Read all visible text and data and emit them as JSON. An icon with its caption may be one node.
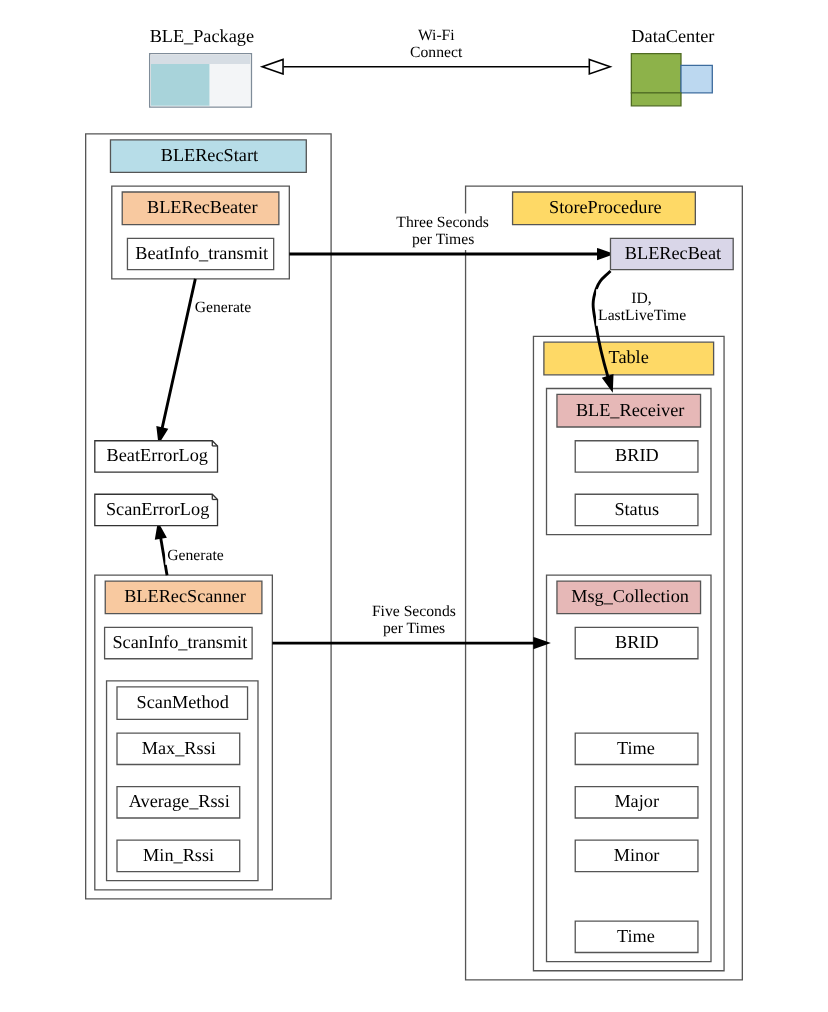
{
  "diagram": {
    "nodes": [
      {
        "text": [
          "BLE_Package"
        ]
      },
      {
        "text": [
          "DataCenter"
        ]
      },
      {
        "text": [
          "BLERecStart"
        ]
      },
      {
        "text": [
          "BLERecBeater"
        ],
        "in": 2
      },
      {
        "text": [
          "BeatInfo_transmit"
        ],
        "in": 3
      },
      {
        "text": [
          "BeatErrorLog"
        ],
        "in": 2
      },
      {
        "text": [
          "ScanErrorLog"
        ],
        "in": 2
      },
      {
        "text": [
          "BLERecScanner"
        ],
        "in": 2
      },
      {
        "text": [
          "ScanInfo_transmit"
        ],
        "in": 7
      },
      {
        "text": [
          "ScanMethod"
        ],
        "in": 7
      },
      {
        "text": [
          "Max_Rssi"
        ],
        "in": 9
      },
      {
        "text": [
          "Average_Rssi"
        ],
        "in": 9
      },
      {
        "text": [
          "Min_Rssi"
        ],
        "in": 9
      },
      {
        "text": [
          "StoreProcedure"
        ]
      },
      {
        "text": [
          "BLERecBeat"
        ],
        "in": 13
      },
      {
        "text": [
          "Table"
        ],
        "in": 13
      },
      {
        "text": [
          "BLE_Receiver"
        ],
        "in": 15
      },
      {
        "text": [
          "BRID"
        ],
        "in": 16
      },
      {
        "text": [
          "Status"
        ],
        "in": 16
      },
      {
        "text": [
          "Msg_Collection"
        ],
        "in": 15
      },
      {
        "text": [
          "BRID"
        ],
        "in": 19
      },
      {
        "text": [
          "Time"
        ],
        "in": 19
      },
      {
        "text": [
          "Major"
        ],
        "in": 19
      },
      {
        "text": [
          "Minor"
        ],
        "in": 19
      },
      {
        "text": [
          "Time"
        ],
        "in": 19
      }
    ],
    "edges": [
      {
        "from": 0,
        "to": 1,
        "arrow": "both",
        "label": "Wi-Fi Connect"
      },
      {
        "from": 3,
        "to": 14,
        "arrow": "to",
        "label": "Three Seconds per Times"
      },
      {
        "from": 3,
        "to": 5,
        "arrow": "to",
        "label": "Generate"
      },
      {
        "from": 7,
        "to": 6,
        "arrow": "to",
        "label": "Generate"
      },
      {
        "from": 14,
        "to": 16,
        "arrow": "to",
        "label": "ID, LastLiveTime"
      },
      {
        "from": 7,
        "to": 19,
        "arrow": "to",
        "label": "Five Seconds per Times"
      }
    ]
  }
}
